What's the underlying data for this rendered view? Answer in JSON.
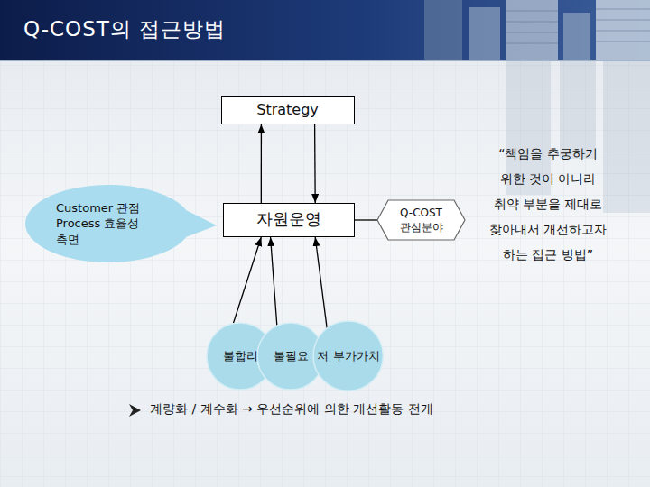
{
  "diagram": {
    "title": "Q-COST의 접근방법",
    "nodes": [
      {
        "text": [
          "Strategy"
        ]
      },
      {
        "text": [
          "Customer 관점 Process 효율성 측면"
        ]
      },
      {
        "text": [
          "자원운영"
        ]
      },
      {
        "text": [
          "Q-COST 관심분야"
        ]
      },
      {
        "text": [
          "불합리"
        ]
      },
      {
        "text": [
          "불필요"
        ]
      },
      {
        "text": [
          "저 부가가치"
        ]
      }
    ],
    "edges": [
      {
        "from": 2,
        "to": 0,
        "arrow": "to"
      },
      {
        "from": 0,
        "to": 2,
        "arrow": "to"
      },
      {
        "from": 3,
        "to": 2,
        "arrow": "none"
      },
      {
        "from": 4,
        "to": 2,
        "arrow": "to"
      },
      {
        "from": 5,
        "to": 2,
        "arrow": "to"
      },
      {
        "from": 6,
        "to": 2,
        "arrow": "to"
      }
    ],
    "labels": [
      "“책임을 추궁하기 위한 것이 아니라 취약 부분을 제대로 찾아내서 개선하고자 하는 접근 방법”",
      "계량화 / 계수화 → 우선순위에 의한 개선활동 전개"
    ]
  }
}
